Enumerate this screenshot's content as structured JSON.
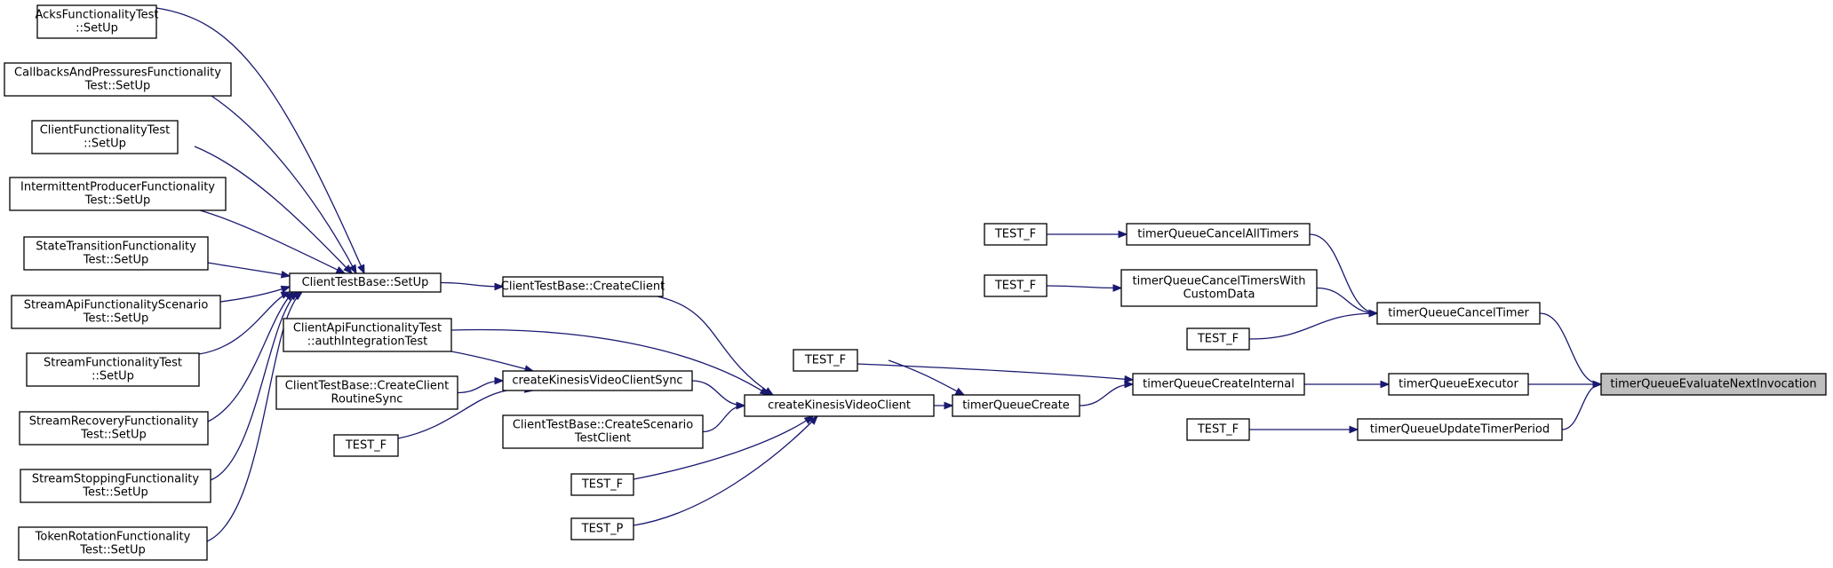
{
  "diagram": {
    "title": "",
    "edge_color": "#191970",
    "highlight_color": "#bfbfbf",
    "nodes": [
      {
        "id": "acks",
        "lines": [
          "AcksFunctionalityTest",
          "::SetUp"
        ]
      },
      {
        "id": "callbacks",
        "lines": [
          "CallbacksAndPressuresFunctionality",
          "Test::SetUp"
        ]
      },
      {
        "id": "client_func",
        "lines": [
          "ClientFunctionalityTest",
          "::SetUp"
        ]
      },
      {
        "id": "intermittent",
        "lines": [
          "IntermittentProducerFunctionality",
          "Test::SetUp"
        ]
      },
      {
        "id": "state_trans",
        "lines": [
          "StateTransitionFunctionality",
          "Test::SetUp"
        ]
      },
      {
        "id": "stream_api",
        "lines": [
          "StreamApiFunctionalityScenario",
          "Test::SetUp"
        ]
      },
      {
        "id": "stream_func",
        "lines": [
          "StreamFunctionalityTest",
          "::SetUp"
        ]
      },
      {
        "id": "stream_recovery",
        "lines": [
          "StreamRecoveryFunctionality",
          "Test::SetUp"
        ]
      },
      {
        "id": "stream_stopping",
        "lines": [
          "StreamStoppingFunctionality",
          "Test::SetUp"
        ]
      },
      {
        "id": "token_rotation",
        "lines": [
          "TokenRotationFunctionality",
          "Test::SetUp"
        ]
      },
      {
        "id": "ctb_setup",
        "lines": [
          "ClientTestBase::SetUp"
        ]
      },
      {
        "id": "auth_test",
        "lines": [
          "ClientApiFunctionalityTest",
          "::authIntegrationTest"
        ]
      },
      {
        "id": "ctb_create_routine",
        "lines": [
          "ClientTestBase::CreateClient",
          "RoutineSync"
        ]
      },
      {
        "id": "test_f_a",
        "lines": [
          "TEST_F"
        ]
      },
      {
        "id": "ctb_create_client",
        "lines": [
          "ClientTestBase::CreateClient"
        ]
      },
      {
        "id": "ckvc_sync",
        "lines": [
          "createKinesisVideoClientSync"
        ]
      },
      {
        "id": "ctb_create_scenario",
        "lines": [
          "ClientTestBase::CreateScenario",
          "TestClient"
        ]
      },
      {
        "id": "test_f_b",
        "lines": [
          "TEST_F"
        ]
      },
      {
        "id": "test_p",
        "lines": [
          "TEST_P"
        ]
      },
      {
        "id": "test_f_c",
        "lines": [
          "TEST_F"
        ]
      },
      {
        "id": "ckvc",
        "lines": [
          "createKinesisVideoClient"
        ]
      },
      {
        "id": "tq_create",
        "lines": [
          "timerQueueCreate"
        ]
      },
      {
        "id": "test_f_d",
        "lines": [
          "TEST_F"
        ]
      },
      {
        "id": "test_f_e",
        "lines": [
          "TEST_F"
        ]
      },
      {
        "id": "tq_cancel_all",
        "lines": [
          "timerQueueCancelAllTimers"
        ]
      },
      {
        "id": "tq_cancel_custom",
        "lines": [
          "timerQueueCancelTimersWith",
          "CustomData"
        ]
      },
      {
        "id": "tq_create_internal",
        "lines": [
          "timerQueueCreateInternal"
        ]
      },
      {
        "id": "test_f_f",
        "lines": [
          "TEST_F"
        ]
      },
      {
        "id": "test_f_g",
        "lines": [
          "TEST_F"
        ]
      },
      {
        "id": "tq_cancel_timer",
        "lines": [
          "timerQueueCancelTimer"
        ]
      },
      {
        "id": "tq_executor",
        "lines": [
          "timerQueueExecutor"
        ]
      },
      {
        "id": "tq_update_period",
        "lines": [
          "timerQueueUpdateTimerPeriod"
        ]
      },
      {
        "id": "tq_eval",
        "lines": [
          "timerQueueEvaluateNextInvocation"
        ],
        "highlight": true
      }
    ],
    "edges": [
      {
        "from": "acks",
        "to": "ctb_setup"
      },
      {
        "from": "callbacks",
        "to": "ctb_setup"
      },
      {
        "from": "client_func",
        "to": "ctb_setup"
      },
      {
        "from": "intermittent",
        "to": "ctb_setup"
      },
      {
        "from": "state_trans",
        "to": "ctb_setup"
      },
      {
        "from": "stream_api",
        "to": "ctb_setup"
      },
      {
        "from": "stream_func",
        "to": "ctb_setup"
      },
      {
        "from": "stream_recovery",
        "to": "ctb_setup"
      },
      {
        "from": "stream_stopping",
        "to": "ctb_setup"
      },
      {
        "from": "token_rotation",
        "to": "ctb_setup"
      },
      {
        "from": "ctb_setup",
        "to": "ctb_create_client"
      },
      {
        "from": "ctb_create_client",
        "to": "ckvc"
      },
      {
        "from": "auth_test",
        "to": "ckvc"
      },
      {
        "from": "auth_test",
        "to": "ckvc_sync"
      },
      {
        "from": "ctb_create_routine",
        "to": "ckvc_sync"
      },
      {
        "from": "test_f_a",
        "to": "ckvc_sync"
      },
      {
        "from": "ckvc_sync",
        "to": "ckvc"
      },
      {
        "from": "ctb_create_scenario",
        "to": "ckvc"
      },
      {
        "from": "test_f_b",
        "to": "ckvc"
      },
      {
        "from": "test_p",
        "to": "ckvc"
      },
      {
        "from": "ckvc",
        "to": "tq_create"
      },
      {
        "from": "test_f_c",
        "to": "tq_create"
      },
      {
        "from": "test_f_c",
        "to": "tq_create_internal"
      },
      {
        "from": "tq_create",
        "to": "tq_create_internal"
      },
      {
        "from": "tq_create_internal",
        "to": "tq_executor"
      },
      {
        "from": "test_f_d",
        "to": "tq_cancel_all"
      },
      {
        "from": "test_f_e",
        "to": "tq_cancel_custom"
      },
      {
        "from": "tq_cancel_all",
        "to": "tq_cancel_timer"
      },
      {
        "from": "tq_cancel_custom",
        "to": "tq_cancel_timer"
      },
      {
        "from": "test_f_f",
        "to": "tq_cancel_timer"
      },
      {
        "from": "test_f_g",
        "to": "tq_update_period"
      },
      {
        "from": "tq_cancel_timer",
        "to": "tq_eval"
      },
      {
        "from": "tq_executor",
        "to": "tq_eval"
      },
      {
        "from": "tq_update_period",
        "to": "tq_eval"
      }
    ]
  }
}
